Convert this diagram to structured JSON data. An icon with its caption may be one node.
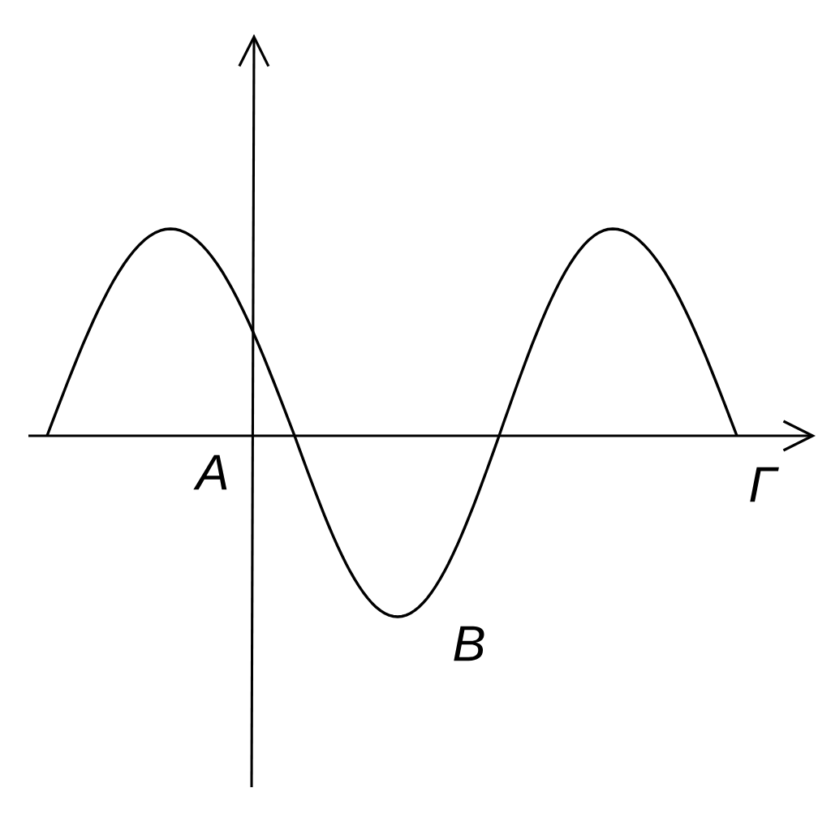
{
  "diagram": {
    "labels": [
      "A",
      "Γ",
      "B"
    ]
  }
}
